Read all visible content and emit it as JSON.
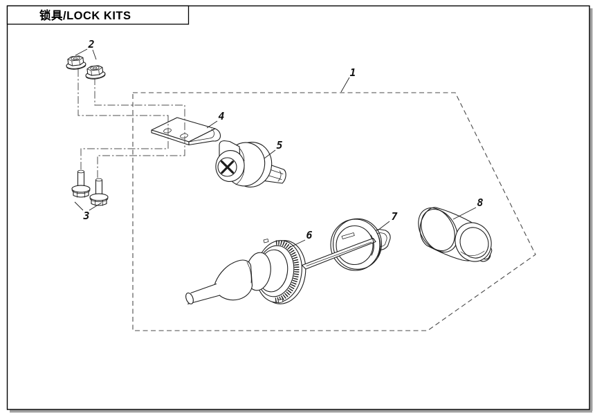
{
  "title": "锁具/LOCK KITS",
  "callouts": [
    "1",
    "2",
    "3",
    "4",
    "5",
    "6",
    "7",
    "8"
  ],
  "colors": {
    "line": "#1c1c1c",
    "center_line": "#4d4d4d",
    "kit_boundary": "#4a4a4a",
    "border": "#000000",
    "page_background": "#ffffff",
    "shadow": "#a0a0a0"
  }
}
